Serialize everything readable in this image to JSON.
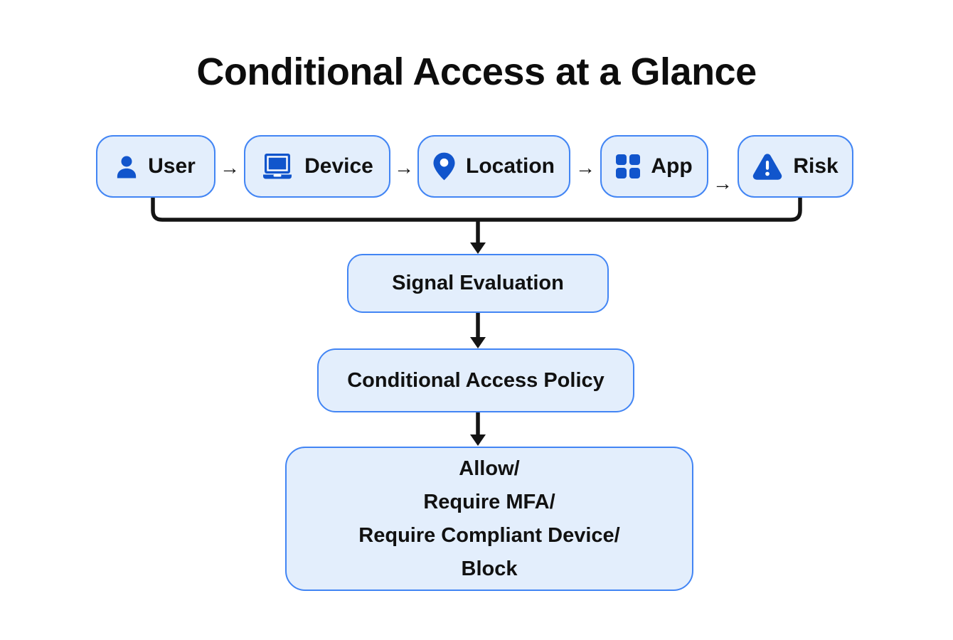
{
  "title": "Conditional Access at a Glance",
  "signals": [
    {
      "label": "User",
      "icon": "user-icon"
    },
    {
      "label": "Device",
      "icon": "laptop-icon"
    },
    {
      "label": "Location",
      "icon": "location-pin-icon"
    },
    {
      "label": "App",
      "icon": "app-grid-icon"
    },
    {
      "label": "Risk",
      "icon": "warning-triangle-icon"
    }
  ],
  "connectors": {
    "arrow_glyph": "→"
  },
  "flow": {
    "signal_evaluation_label": "Signal Evaluation",
    "policy_label": "Conditional Access Policy",
    "outcome_lines": [
      "Allow/",
      "Require MFA/",
      "Require Compliant Device/",
      "Block"
    ]
  },
  "colors": {
    "box_fill": "#E3EEFC",
    "box_border": "#4285F4",
    "icon_blue": "#1155CC",
    "line_color": "#141414",
    "text_color": "#111111",
    "background": "#FFFFFF"
  }
}
